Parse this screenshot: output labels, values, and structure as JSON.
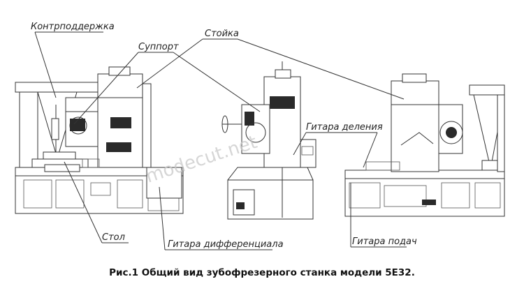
{
  "labels": {
    "tailstock": "Контрподдержка",
    "support": "Суппорт",
    "column": "Стойка",
    "index_gear": "Гитара деления",
    "table": "Стол",
    "diff_gear": "Гитара дифференциала",
    "feed_gear": "Гитара подач"
  },
  "watermark": "modecut.net",
  "caption": "Рис.1 Общий вид зубофрезерного станка модели 5Е32."
}
